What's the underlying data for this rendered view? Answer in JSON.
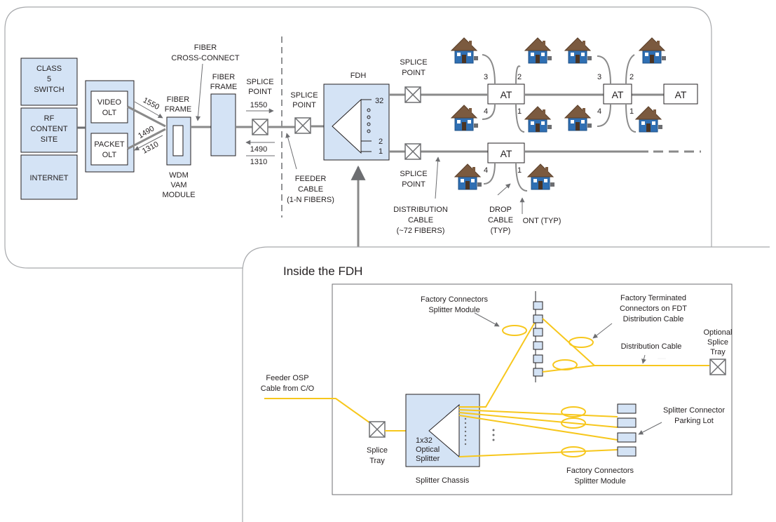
{
  "colors": {
    "box_fill": "#d4e3f5",
    "line_gray": "#8a8a8a",
    "fiber_yellow": "#f7c71d",
    "house_blue": "#2f6fb3",
    "roof_brown": "#7b5a3f"
  },
  "top": {
    "left_boxes": {
      "class5": [
        "CLASS",
        "5",
        "SWITCH"
      ],
      "rf": [
        "RF",
        "CONTENT",
        "SITE"
      ],
      "internet": "INTERNET",
      "video_olt": [
        "VIDEO",
        "OLT"
      ],
      "packet_olt": [
        "PACKET",
        "OLT"
      ]
    },
    "wavelengths": {
      "w1550": "1550",
      "w1490": "1490",
      "w1310": "1310"
    },
    "fiber_frame_1": [
      "FIBER",
      "FRAME"
    ],
    "wdm": [
      "WDM",
      "VAM",
      "MODULE"
    ],
    "cross_connect": [
      "FIBER",
      "CROSS-CONNECT"
    ],
    "fiber_frame_2": [
      "FIBER",
      "FRAME"
    ],
    "splice_point_1": [
      "SPLICE",
      "POINT"
    ],
    "splice_w1550": "1550",
    "splice_w1490": "1490",
    "splice_w1310": "1310",
    "splice_point_2": [
      "SPLICE",
      "POINT"
    ],
    "feeder_cable": [
      "FEEDER",
      "CABLE",
      "(1-N FIBERS)"
    ],
    "fdh_label": "FDH",
    "fdh_ports": {
      "p32": "32",
      "p2": "2",
      "p1": "1"
    },
    "splice_point_3": [
      "SPLICE",
      "POINT"
    ],
    "splice_point_4": [
      "SPLICE",
      "POINT"
    ],
    "distribution_cable": [
      "DISTRIBUTION",
      "CABLE",
      "(~72 FIBERS)"
    ],
    "drop_cable": [
      "DROP",
      "CABLE",
      "(TYP)"
    ],
    "ont": "ONT (TYP)",
    "at": "AT",
    "port_labels": {
      "n1": "1",
      "n2": "2",
      "n3": "3",
      "n4": "4"
    }
  },
  "inset": {
    "title": "Inside the FDH",
    "factory_connectors_top": [
      "Factory Connectors",
      "Splitter Module"
    ],
    "factory_terminated": [
      "Factory Terminated",
      "Connectors on FDT",
      "Distribution Cable"
    ],
    "optional_splice": [
      "Optional",
      "Splice",
      "Tray"
    ],
    "distribution_cable": "Distribution Cable",
    "feeder_osp": [
      "Feeder OSP",
      "Cable from C/O"
    ],
    "splice_tray": [
      "Splice",
      "Tray"
    ],
    "splitter": [
      "1x32",
      "Optical",
      "Splitter"
    ],
    "splitter_chassis": "Splitter Chassis",
    "parking_lot": [
      "Splitter Connector",
      "Parking Lot"
    ],
    "factory_connectors_bottom": [
      "Factory Connectors",
      "Splitter Module"
    ]
  }
}
